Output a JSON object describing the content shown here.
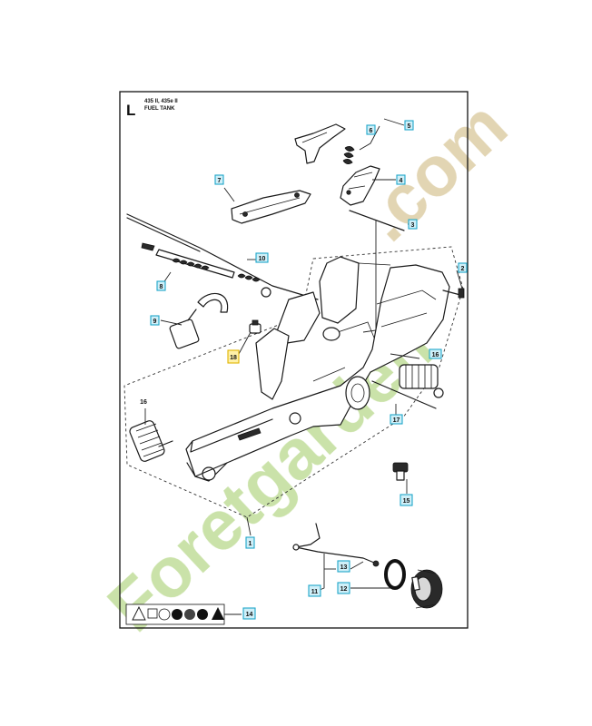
{
  "header": {
    "section_letter": "L",
    "model_line": "435 II, 435e II",
    "title": "FUEL TANK"
  },
  "callouts": [
    {
      "id": "c1",
      "label": "1"
    },
    {
      "id": "c2",
      "label": "2"
    },
    {
      "id": "c3",
      "label": "3"
    },
    {
      "id": "c4",
      "label": "4"
    },
    {
      "id": "c5",
      "label": "5"
    },
    {
      "id": "c6",
      "label": "6"
    },
    {
      "id": "c7",
      "label": "7"
    },
    {
      "id": "c8",
      "label": "8"
    },
    {
      "id": "c9",
      "label": "9"
    },
    {
      "id": "c10",
      "label": "10"
    },
    {
      "id": "c11",
      "label": "11"
    },
    {
      "id": "c12",
      "label": "12"
    },
    {
      "id": "c13",
      "label": "13"
    },
    {
      "id": "c14",
      "label": "14"
    },
    {
      "id": "c15",
      "label": "15"
    },
    {
      "id": "c16",
      "label": "16"
    },
    {
      "id": "c17",
      "label": "17"
    },
    {
      "id": "c18",
      "label": "18"
    }
  ],
  "plain_labels": [
    {
      "id": "p16",
      "label": "16"
    }
  ],
  "watermark": {
    "brand": "Foretgarden",
    "domain": ".com",
    "colors": {
      "green": "#b9d98c",
      "orange": "#f2b77a",
      "tan": "#d9c79a"
    }
  },
  "callout_colors": {
    "normal_fill": "#cfeff8",
    "normal_stroke": "#1fa7c9",
    "highlight_fill": "#fff1a8",
    "highlight_stroke": "#e0b400"
  }
}
